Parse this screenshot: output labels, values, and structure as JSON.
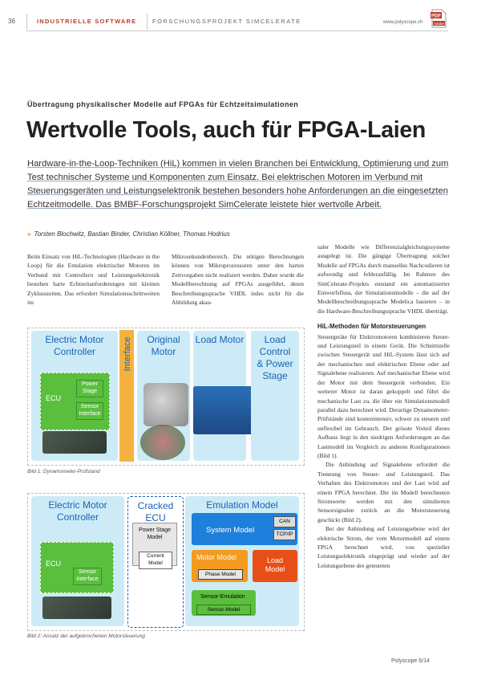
{
  "header": {
    "page_number": "36",
    "section": "INDUSTRIELLE SOFTWARE",
    "project": "FORSCHUNGSPROJEKT SIMCELERATE",
    "url": "www.polyscope.ch",
    "pdf_badge": "PDF",
    "pdf_sub": "Adobe"
  },
  "article": {
    "kicker": "Übertragung physikalischer Modelle auf FPGAs für Echtzeitsimulationen",
    "title": "Wertvolle Tools, auch für FPGA-Laien",
    "lead": "Hardware-in-the-Loop-Techniken (HiL) kommen in vielen Branchen bei Entwicklung, Optimierung und zum Test technischer Systeme und Komponenten zum Einsatz. Bei elektrischen Motoren im Verbund mit Steuerungsgeräten und Leistungselektronik bestehen besonders hohe Anforderungen an die eingesetzten Echtzeitmodelle. Das BMBF-Forschungsprojekt SimCelerate leistete hier wertvolle Arbeit.",
    "authors": "Torsten Blochwitz, Bastian Binder, Christian Köllner, Thomas Hodrius",
    "col1": "Beim Einsatz von HiL-Technologien (Hardware in the Loop) für die Emulation elektrischer Motoren im Verbund mit Controllern und Leistungselektronik bestehen harte Echtzeitanforderungen mit kleinen Zyklusszeiten. Das erfordert Simulationsschrittweiten im",
    "col2": "Mikrosekundenbereich. Die nötigen Berechnungen können von Mikroprozessoren unter den harten Zeitvorgaben nicht realisiert werden. Daher wurde die Modellberechnung auf FPGAs ausgeführt, deren Beschreibungssprache VHDL indes nicht für die Abbildung akau-",
    "col3_p1": "saler Modelle wie Differenzialgleichungssysteme ausgelegt ist. Die gängige Übertragung solcher Modelle auf FPGAs durch manuelles Nachcodieren ist aufwendig und fehleranfällig. Im Rahmen des SimCelerate-Projekts entstand ein automatisierter Entwurfsfluss, der Simulationsmodelle – die auf der Modellbeschreibungssprache Modelica basieren – in die Hardware-Beschreibungssprache VHDL überträgt.",
    "col3_heading": "HiL-Methoden für Motorsteuerungen",
    "col3_p2": "Steuergeräte für Elektromotoren kombinieren Steuer- und Leistungsteil in einem Gerät. Die Schnittstelle zwischen Steuergerät und HiL-System lässt sich auf der mechanischen und elektrischen Ebene oder auf Signalebene realisieren. Auf mechanischer Ebene wird der Motor mit dem Steuergerät verbunden. Ein weiterer Motor ist daran gekoppelt und führt die mechanische Last zu, die über ein Simulationsmodell parallel dazu berechnet wird. Derartige Dynamometer-Prüfstände sind kostenintensiv, schwer zu steuern und unflexibel im Gebrauch. Der grösste Vorteil dieses Aufbaus liegt in den niedrigen Anforderungen an das Lastmodell im Vergleich zu anderen Konfigurationen (Bild 1).",
    "col3_p3": "Die Anbindung auf Signalebene erfordert die Trennung von Steuer- und Leistungsteil. Das Verhalten des Elektromotors und der Last wird auf einem FPGA berechnet. Die im Modell berechneten Stromwerte werden mit den simulierten Sensorsignalen zurück an die Motorsteuerung geschickt (Bild 2).",
    "col3_p4": "Bei der Anbindung auf Leistungsebene wird der elektrische Strom, der vom Motormodell auf einem FPGA berechnet wird, von spezieller Leistungselektronik eingeprägt und wieder auf der Leistungsebene des getesteten"
  },
  "figure1": {
    "caption": "Bild 1: Dynamometer-Prüfstand",
    "ecm": "Electric Motor Controller",
    "interface": "Interface",
    "original_motor": "Original Motor",
    "load_motor": "Load Motor",
    "load_control": "Load Control & Power Stage",
    "ecu": "ECU",
    "power_stage": "Power Stage",
    "sensor_interface": "Sensor Interface"
  },
  "figure2": {
    "caption": "Bild 2: Ansatz der aufgebrochenen Motorsteuerung",
    "ecm": "Electric Motor Controller",
    "cracked_ecu": "Cracked ECU",
    "emulation_model": "Emulation Model",
    "ecu": "ECU",
    "sensor_interface": "Sensor Interface",
    "power_stage_model": "Power Stage Model",
    "current_model": "Current Model",
    "system_model": "System Model",
    "can": "CAN",
    "tcpip": "TCP/IP",
    "motor_model": "Motor Model",
    "phase_model": "Phase Model",
    "load_model": "Load Model",
    "sensor_emulation": "Sensor-Emulation",
    "sensor_model": "Sensor-Model"
  },
  "footer": "Polyscope 6/14"
}
